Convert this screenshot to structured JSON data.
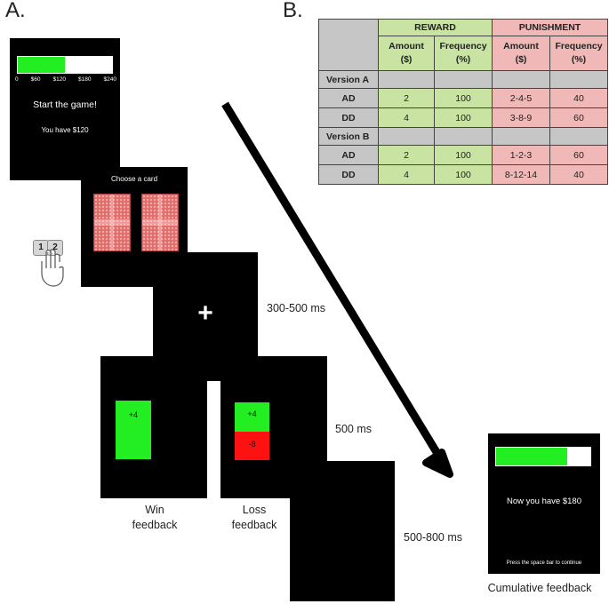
{
  "panel_a_label": "A.",
  "panel_b_label": "B.",
  "start_screen": {
    "bar_ticks": [
      "0",
      "$60",
      "$120",
      "$180",
      "$240"
    ],
    "bar_fill": 0.5,
    "title": "Start the game!",
    "balance": "You have $120"
  },
  "choose_screen": {
    "prompt": "Choose a card"
  },
  "keys": [
    "1",
    "2"
  ],
  "fixation": {
    "symbol": "+",
    "duration": "300-500 ms"
  },
  "feedback": {
    "win_value": "+4",
    "loss_gain": "+4",
    "loss_penalty": "-8",
    "duration": "500 ms",
    "win_label_1": "Win",
    "win_label_2": "feedback",
    "loss_label_1": "Loss",
    "loss_label_2": "feedback"
  },
  "blank": {
    "duration": "500-800 ms"
  },
  "cumulative": {
    "bar_fill": 0.75,
    "balance": "Now you have $180",
    "instruction": "Press the space bar to continue",
    "caption": "Cumulative feedback"
  },
  "table": {
    "reward_header": "REWARD",
    "punishment_header": "PUNISHMENT",
    "col_amount": "Amount",
    "col_amount_unit": "($)",
    "col_frequency": "Frequency",
    "col_frequency_unit": "(%)",
    "versions": [
      {
        "name": "Version A",
        "rows": [
          {
            "deck": "AD",
            "reward_amount": "2",
            "reward_freq": "100",
            "pun_amount": "2-4-5",
            "pun_freq": "40"
          },
          {
            "deck": "DD",
            "reward_amount": "4",
            "reward_freq": "100",
            "pun_amount": "3-8-9",
            "pun_freq": "60"
          }
        ]
      },
      {
        "name": "Version B",
        "rows": [
          {
            "deck": "AD",
            "reward_amount": "2",
            "reward_freq": "100",
            "pun_amount": "1-2-3",
            "pun_freq": "60"
          },
          {
            "deck": "DD",
            "reward_amount": "4",
            "reward_freq": "100",
            "pun_amount": "8-12-14",
            "pun_freq": "40"
          }
        ]
      }
    ]
  },
  "colors": {
    "win": "#22ee22",
    "loss": "#ff1111",
    "reward": "#c9e3a2",
    "punishment": "#f1b8b8",
    "header": "#c6c6c6"
  }
}
